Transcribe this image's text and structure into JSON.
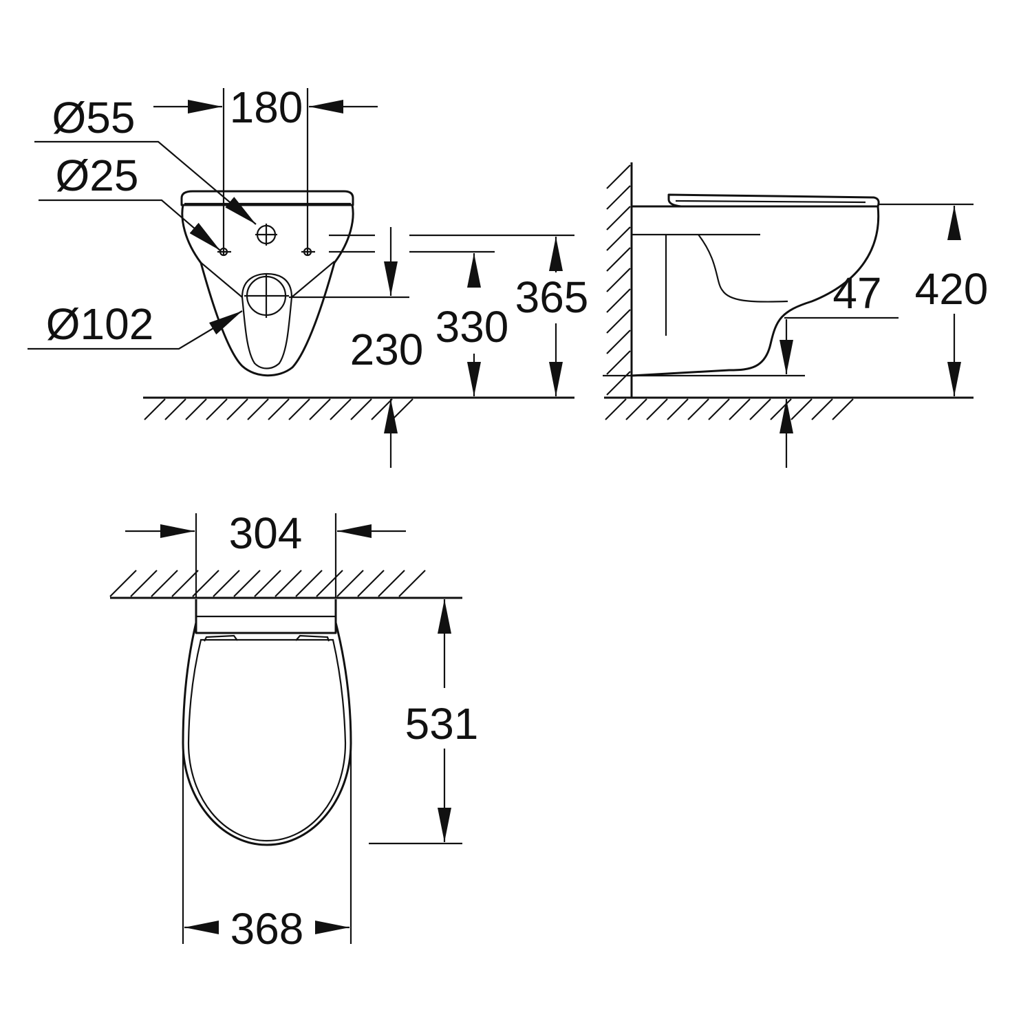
{
  "front_view": {
    "dia_55": "Ø55",
    "dia_25": "Ø25",
    "dia_102": "Ø102",
    "width_180": "180",
    "height_230": "230",
    "height_330": "330",
    "height_365": "365"
  },
  "side_view": {
    "dim_47": "47",
    "height_420": "420"
  },
  "top_view": {
    "width_304": "304",
    "depth_531": "531",
    "width_368": "368"
  }
}
